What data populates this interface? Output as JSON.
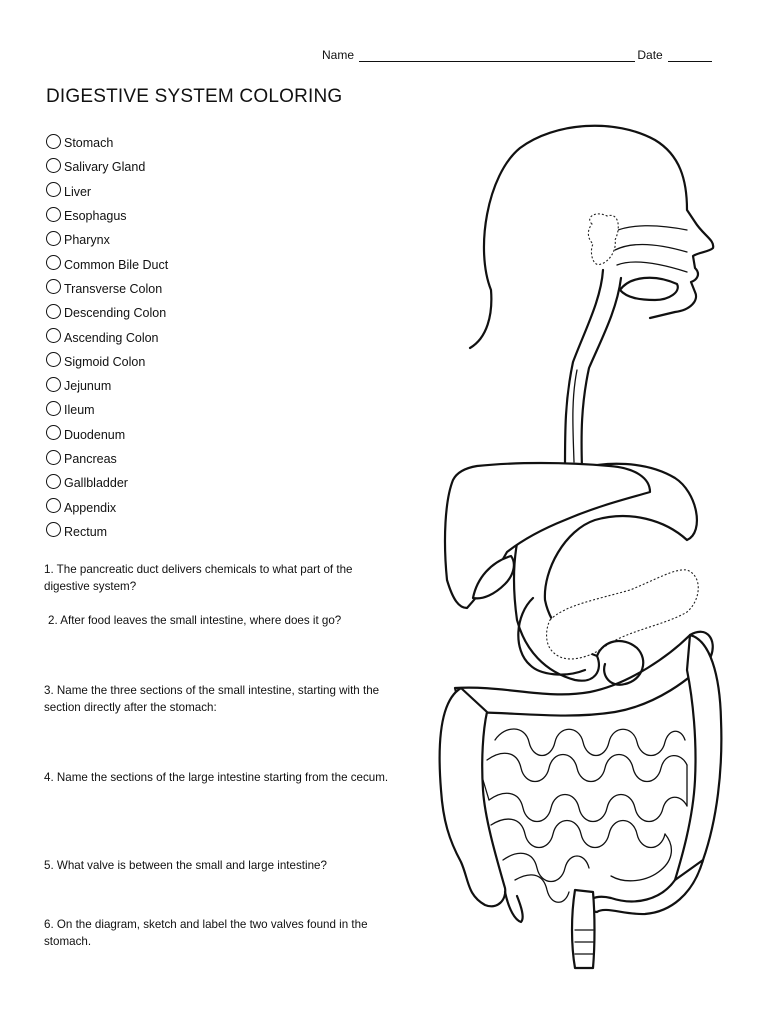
{
  "header": {
    "name_label": "Name",
    "date_label": "Date"
  },
  "title": "DIGESTIVE SYSTEM COLORING",
  "checklist": [
    "Stomach",
    "Salivary Gland",
    "Liver",
    "Esophagus",
    "Pharynx",
    "Common Bile Duct",
    "Transverse Colon",
    "Descending Colon",
    "Ascending Colon",
    "Sigmoid Colon",
    "Jejunum",
    "Ileum",
    "Duodenum",
    "Pancreas",
    "Gallbladder",
    "Appendix",
    "Rectum"
  ],
  "questions": {
    "q1": "1. The pancreatic duct delivers chemicals to what part of the digestive system?",
    "q2": "2. After food leaves the small intestine, where does it go?",
    "q3": "3. Name the three sections of the small intestine, starting with the section directly after the stomach:",
    "q4": "4. Name the sections of the large intestine starting from the cecum.",
    "q5": "5. What valve is between the small and large intestine?",
    "q6": "6.  On the diagram, sketch and label the two valves found in the stomach."
  },
  "diagram": {
    "icon": "digestive-system-outline-illustration"
  }
}
